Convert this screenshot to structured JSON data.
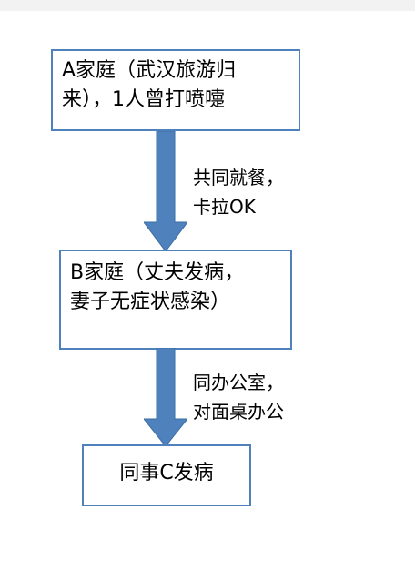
{
  "diagram": {
    "nodes": {
      "a": {
        "line1": "A家庭（武汉旅游归",
        "line2": "来），1人曾打喷嚏"
      },
      "b": {
        "line1": "B家庭（丈夫发病，",
        "line2": "妻子无症状感染）"
      },
      "c": {
        "text": "同事C发病"
      }
    },
    "edges": {
      "a_to_b": {
        "line1": "共同就餐，",
        "line2": "卡拉OK"
      },
      "b_to_c": {
        "line1": "同办公室，",
        "line2": "对面桌办公"
      }
    },
    "colors": {
      "box_border": "#4f81bd",
      "arrow_fill": "#4f81bd",
      "text": "#000000"
    }
  }
}
